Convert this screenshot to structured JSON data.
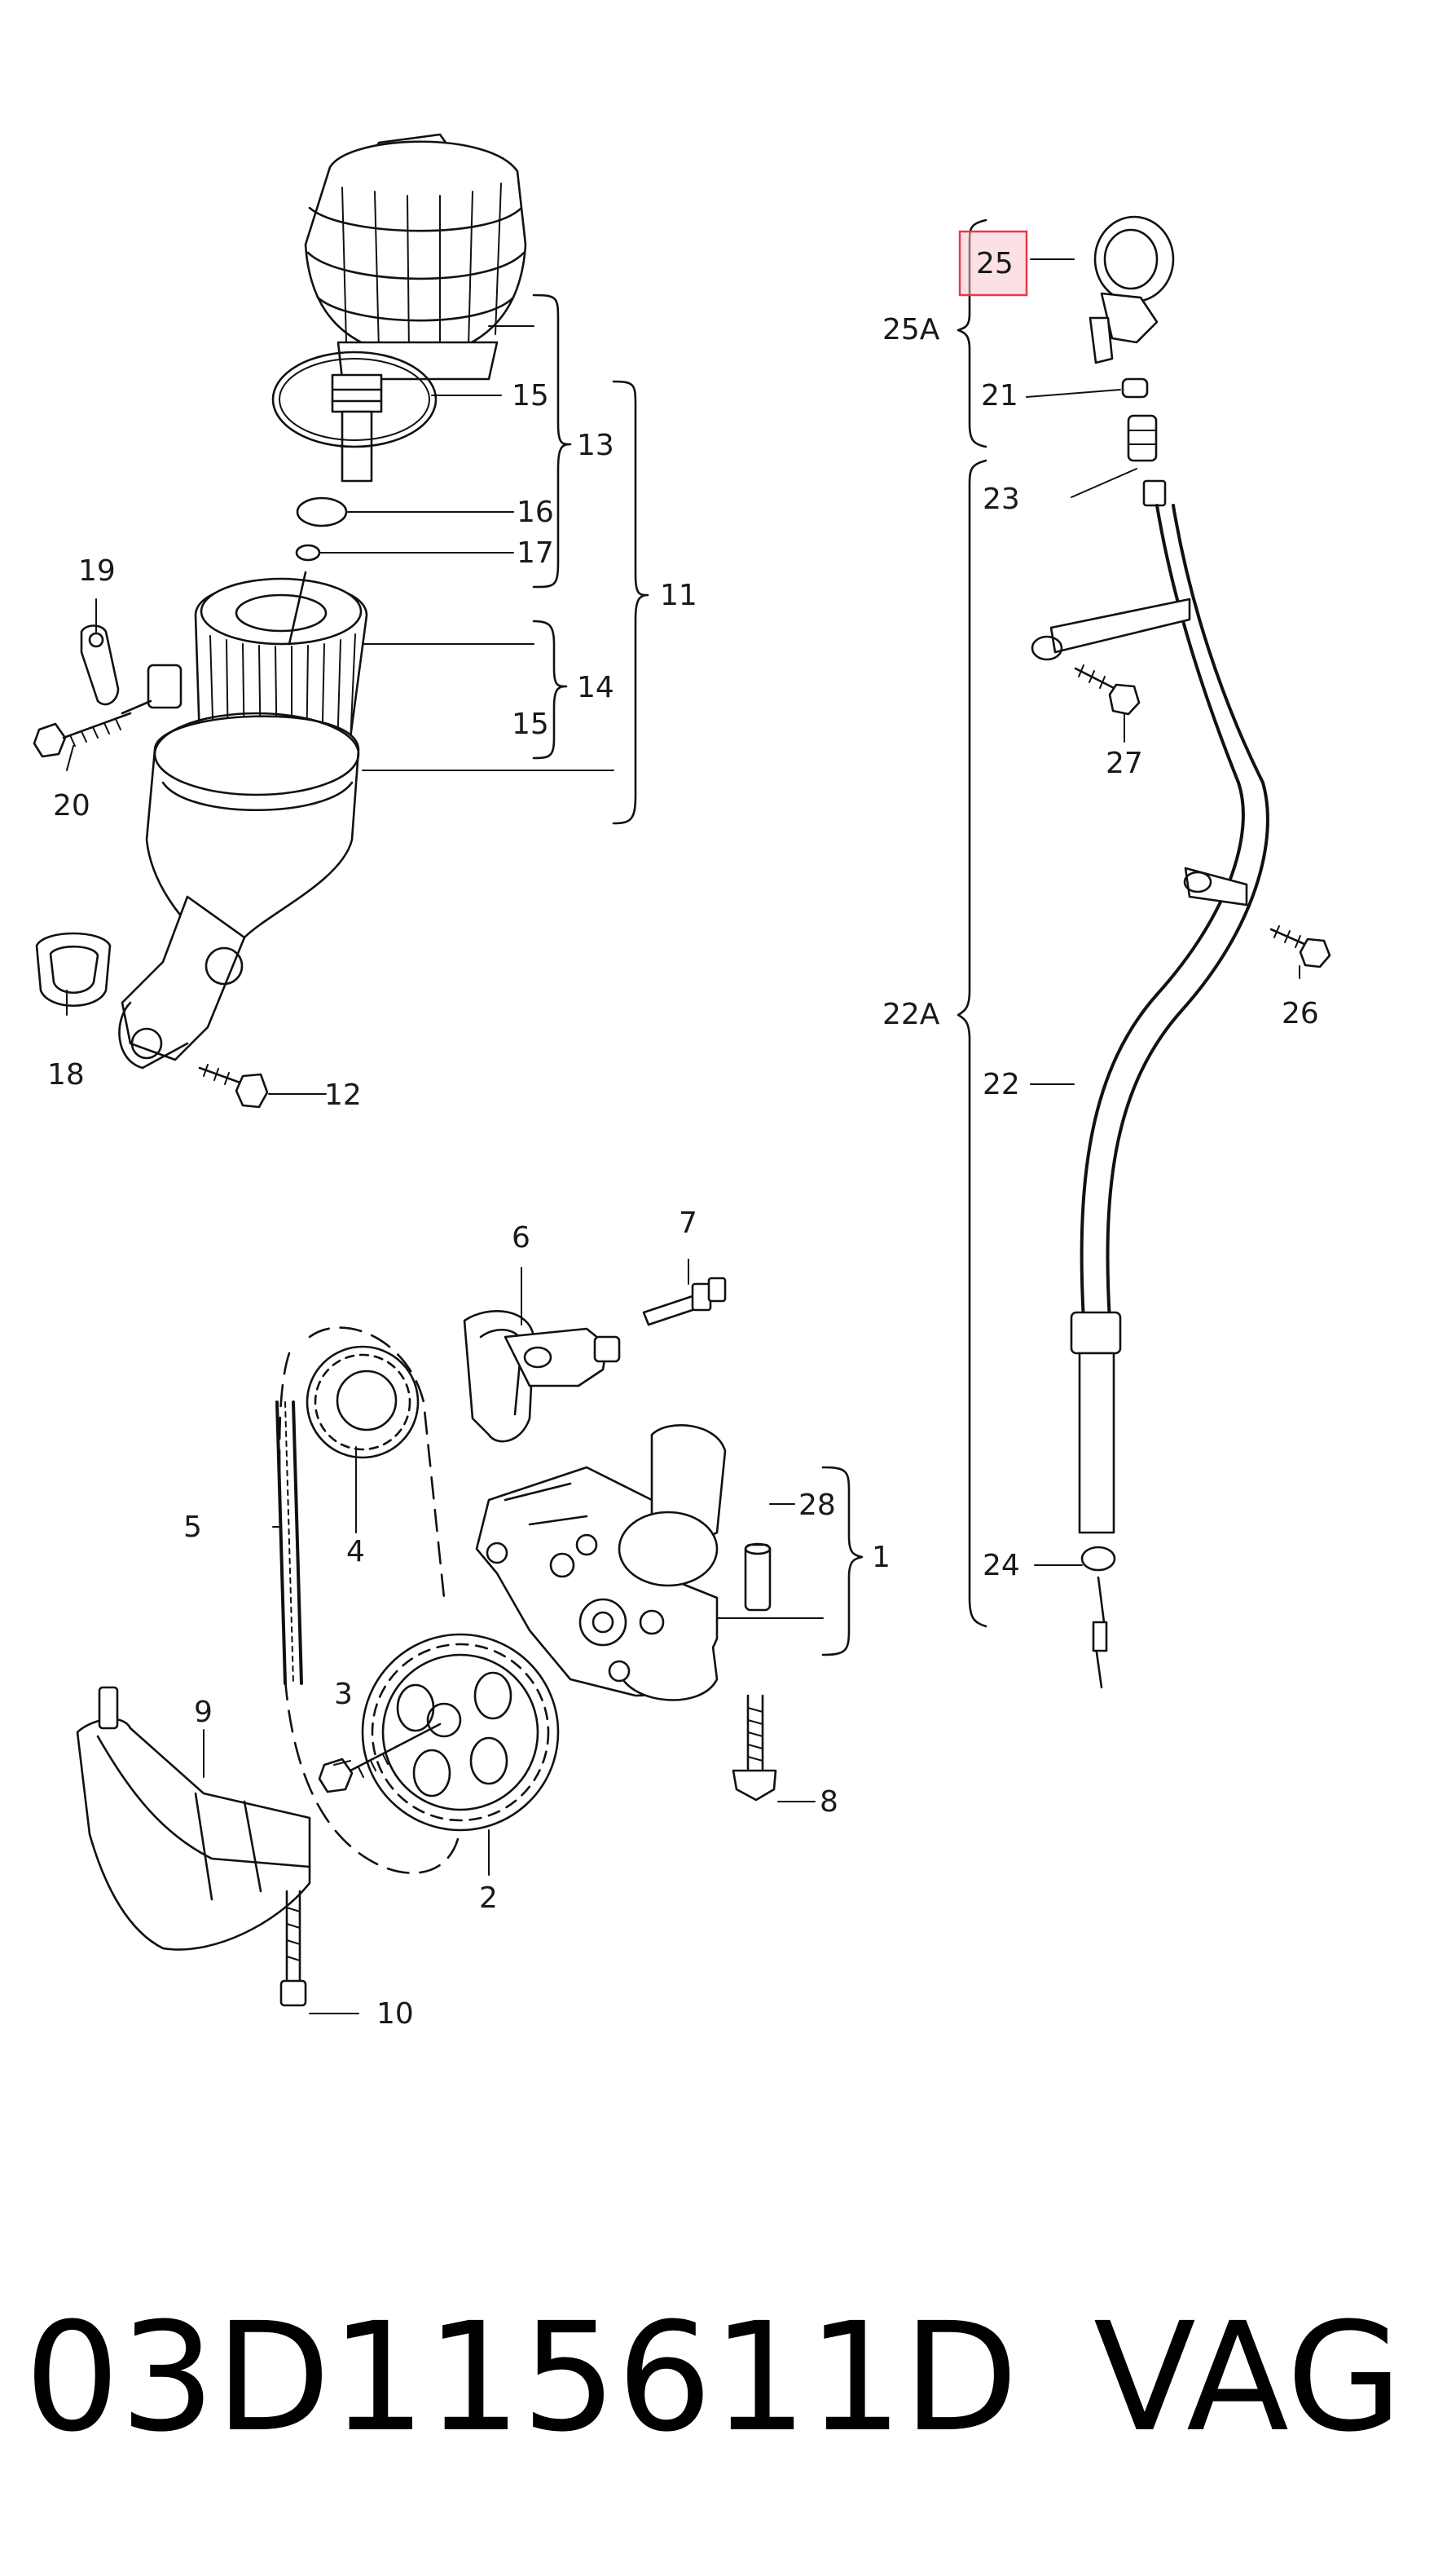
{
  "caption": {
    "part_number": "03D115611D",
    "brand": "VAG"
  },
  "callouts": {
    "c1": "1",
    "c2": "2",
    "c3": "3",
    "c4": "4",
    "c5": "5",
    "c6": "6",
    "c7": "7",
    "c8": "8",
    "c9": "9",
    "c10": "10",
    "c11": "11",
    "c12": "12",
    "c13": "13",
    "c14": "14",
    "c15a": "15",
    "c15b": "15",
    "c16": "16",
    "c17": "17",
    "c18": "18",
    "c19": "19",
    "c20": "20",
    "c21": "21",
    "c22": "22",
    "c22a": "22A",
    "c23": "23",
    "c24": "24",
    "c25": "25",
    "c25a": "25A",
    "c26": "26",
    "c27": "27",
    "c28": "28"
  },
  "highlight": {
    "part": "25",
    "color": "#e33b4c"
  }
}
